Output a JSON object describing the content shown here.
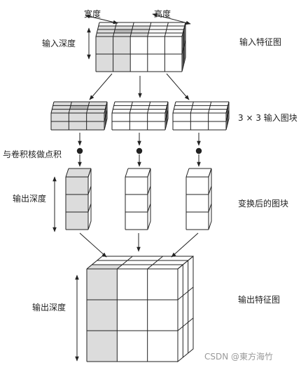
{
  "labels": {
    "width": "宽度",
    "height": "高度",
    "input_depth": "输入深度",
    "input_feature_map": "输入特征图",
    "patch_3x3": "3 × 3 输入图块",
    "dot_product": "与卷积核做点积",
    "output_depth_top": "输出深度",
    "transformed_patches": "变换后的图块",
    "output_depth_bottom": "输出深度",
    "output_feature_map": "输出特征图"
  },
  "watermark": "CSDN @東方海竹",
  "colors": {
    "shaded": "#dcdcdc",
    "highlight": "#b8b8b8",
    "line": "#222222"
  },
  "icons": [
    "arrow-icon",
    "dot-product-icon"
  ]
}
